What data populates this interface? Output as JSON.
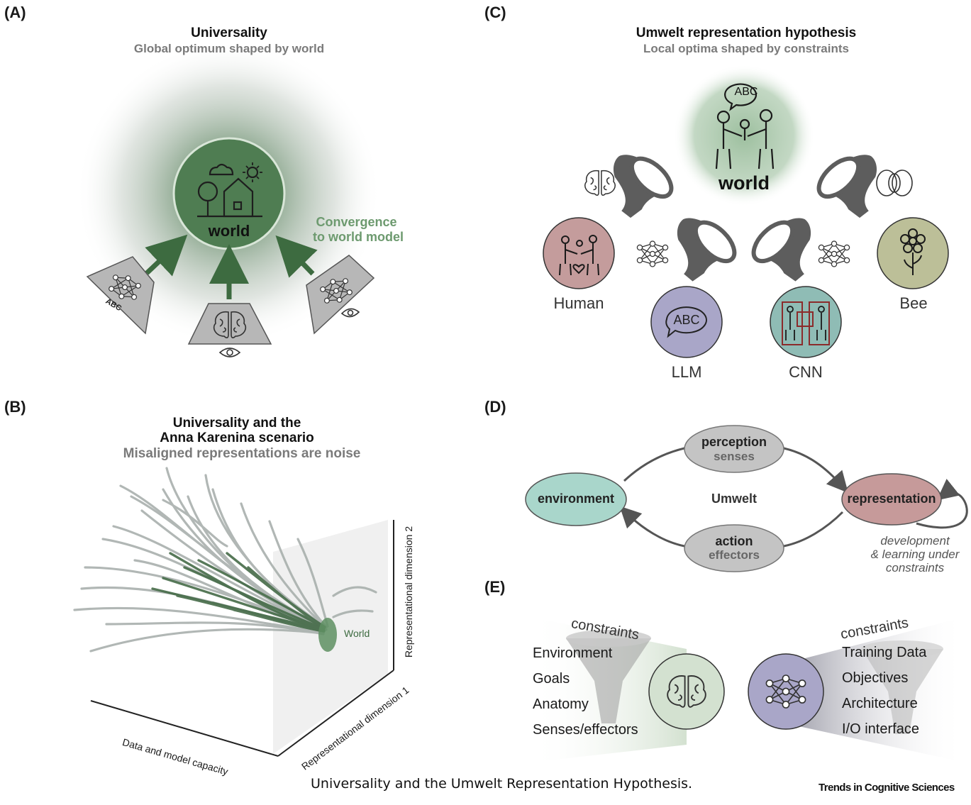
{
  "panelA": {
    "letter": "(A)",
    "title": "Universality",
    "subtitle": "Global optimum shaped by world",
    "world_label": "world",
    "convergence_line1": "Convergence",
    "convergence_line2": "to world model",
    "abc_label": "ABC"
  },
  "panelB": {
    "letter": "(B)",
    "title_line1": "Universality and the",
    "title_line2": "Anna Karenina scenario",
    "subtitle": "Misaligned representations are noise",
    "world_label": "World",
    "axis_x": "Data and model capacity",
    "axis_dim1": "Representational dimension 1",
    "axis_dim2": "Representational dimension 2"
  },
  "panelC": {
    "letter": "(C)",
    "title": "Umwelt representation hypothesis",
    "subtitle": "Local optima shaped by constraints",
    "world_label": "world",
    "abc_bubble": "ABC",
    "human_label": "Human",
    "llm_label": "LLM",
    "llm_bubble": "ABC",
    "cnn_label": "CNN",
    "bee_label": "Bee"
  },
  "panelD": {
    "letter": "(D)",
    "environment": "environment",
    "perception": "perception",
    "senses": "senses",
    "umwelt": "Umwelt",
    "representation": "representation",
    "action": "action",
    "effectors": "effectors",
    "dev1": "development",
    "dev2": "& learning under",
    "dev3": "constraints"
  },
  "panelE": {
    "letter": "(E)",
    "constraints_left": "constraints",
    "left_items": [
      "Environment",
      "Goals",
      "Anatomy",
      "Senses/effectors"
    ],
    "constraints_right": "constraints",
    "right_items": [
      "Training Data",
      "Objectives",
      "Architecture",
      "I/O interface"
    ]
  },
  "caption": "Universality and the Umwelt Representation Hypothesis.",
  "journal": "Trends in Cognitive Sciences",
  "colors": {
    "world_green": "#7fa882",
    "arrow_green": "#3d6b40",
    "convergence_text": "#6d9a6f",
    "human": "#c49c9c",
    "llm": "#a9a6c8",
    "cnn": "#8fbcb5",
    "bee": "#bcbf98",
    "environment": "#a9d6cb",
    "representation": "#c69a9a",
    "grey_node": "#c4c4c4",
    "funnel": "#5a5a5a"
  }
}
